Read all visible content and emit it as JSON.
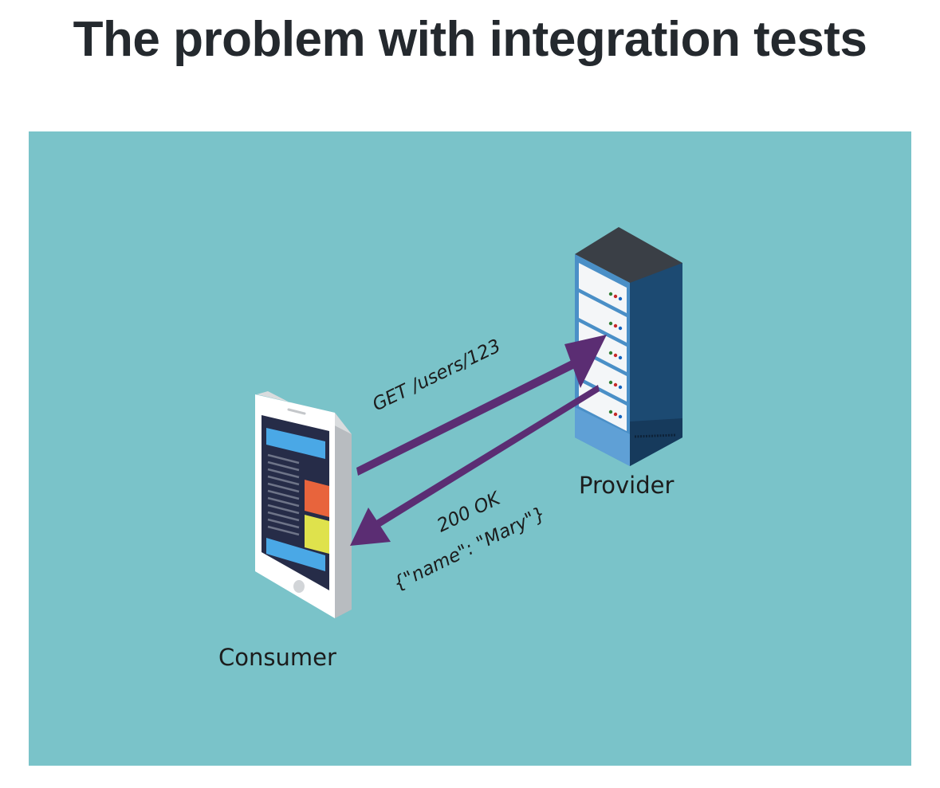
{
  "title": "The problem with integration tests",
  "diagram": {
    "background_color": "#7ac3c9",
    "arrow_color": "#5b2d73",
    "nodes": {
      "consumer": {
        "label": "Consumer",
        "icon": "mobile-phone-icon"
      },
      "provider": {
        "label": "Provider",
        "icon": "server-rack-icon"
      }
    },
    "edges": {
      "request": {
        "label": "GET /users/123",
        "from": "consumer",
        "to": "provider"
      },
      "response": {
        "status_label": "200 OK",
        "body_label": "{\"name\": \"Mary\"}",
        "from": "provider",
        "to": "consumer"
      }
    }
  }
}
